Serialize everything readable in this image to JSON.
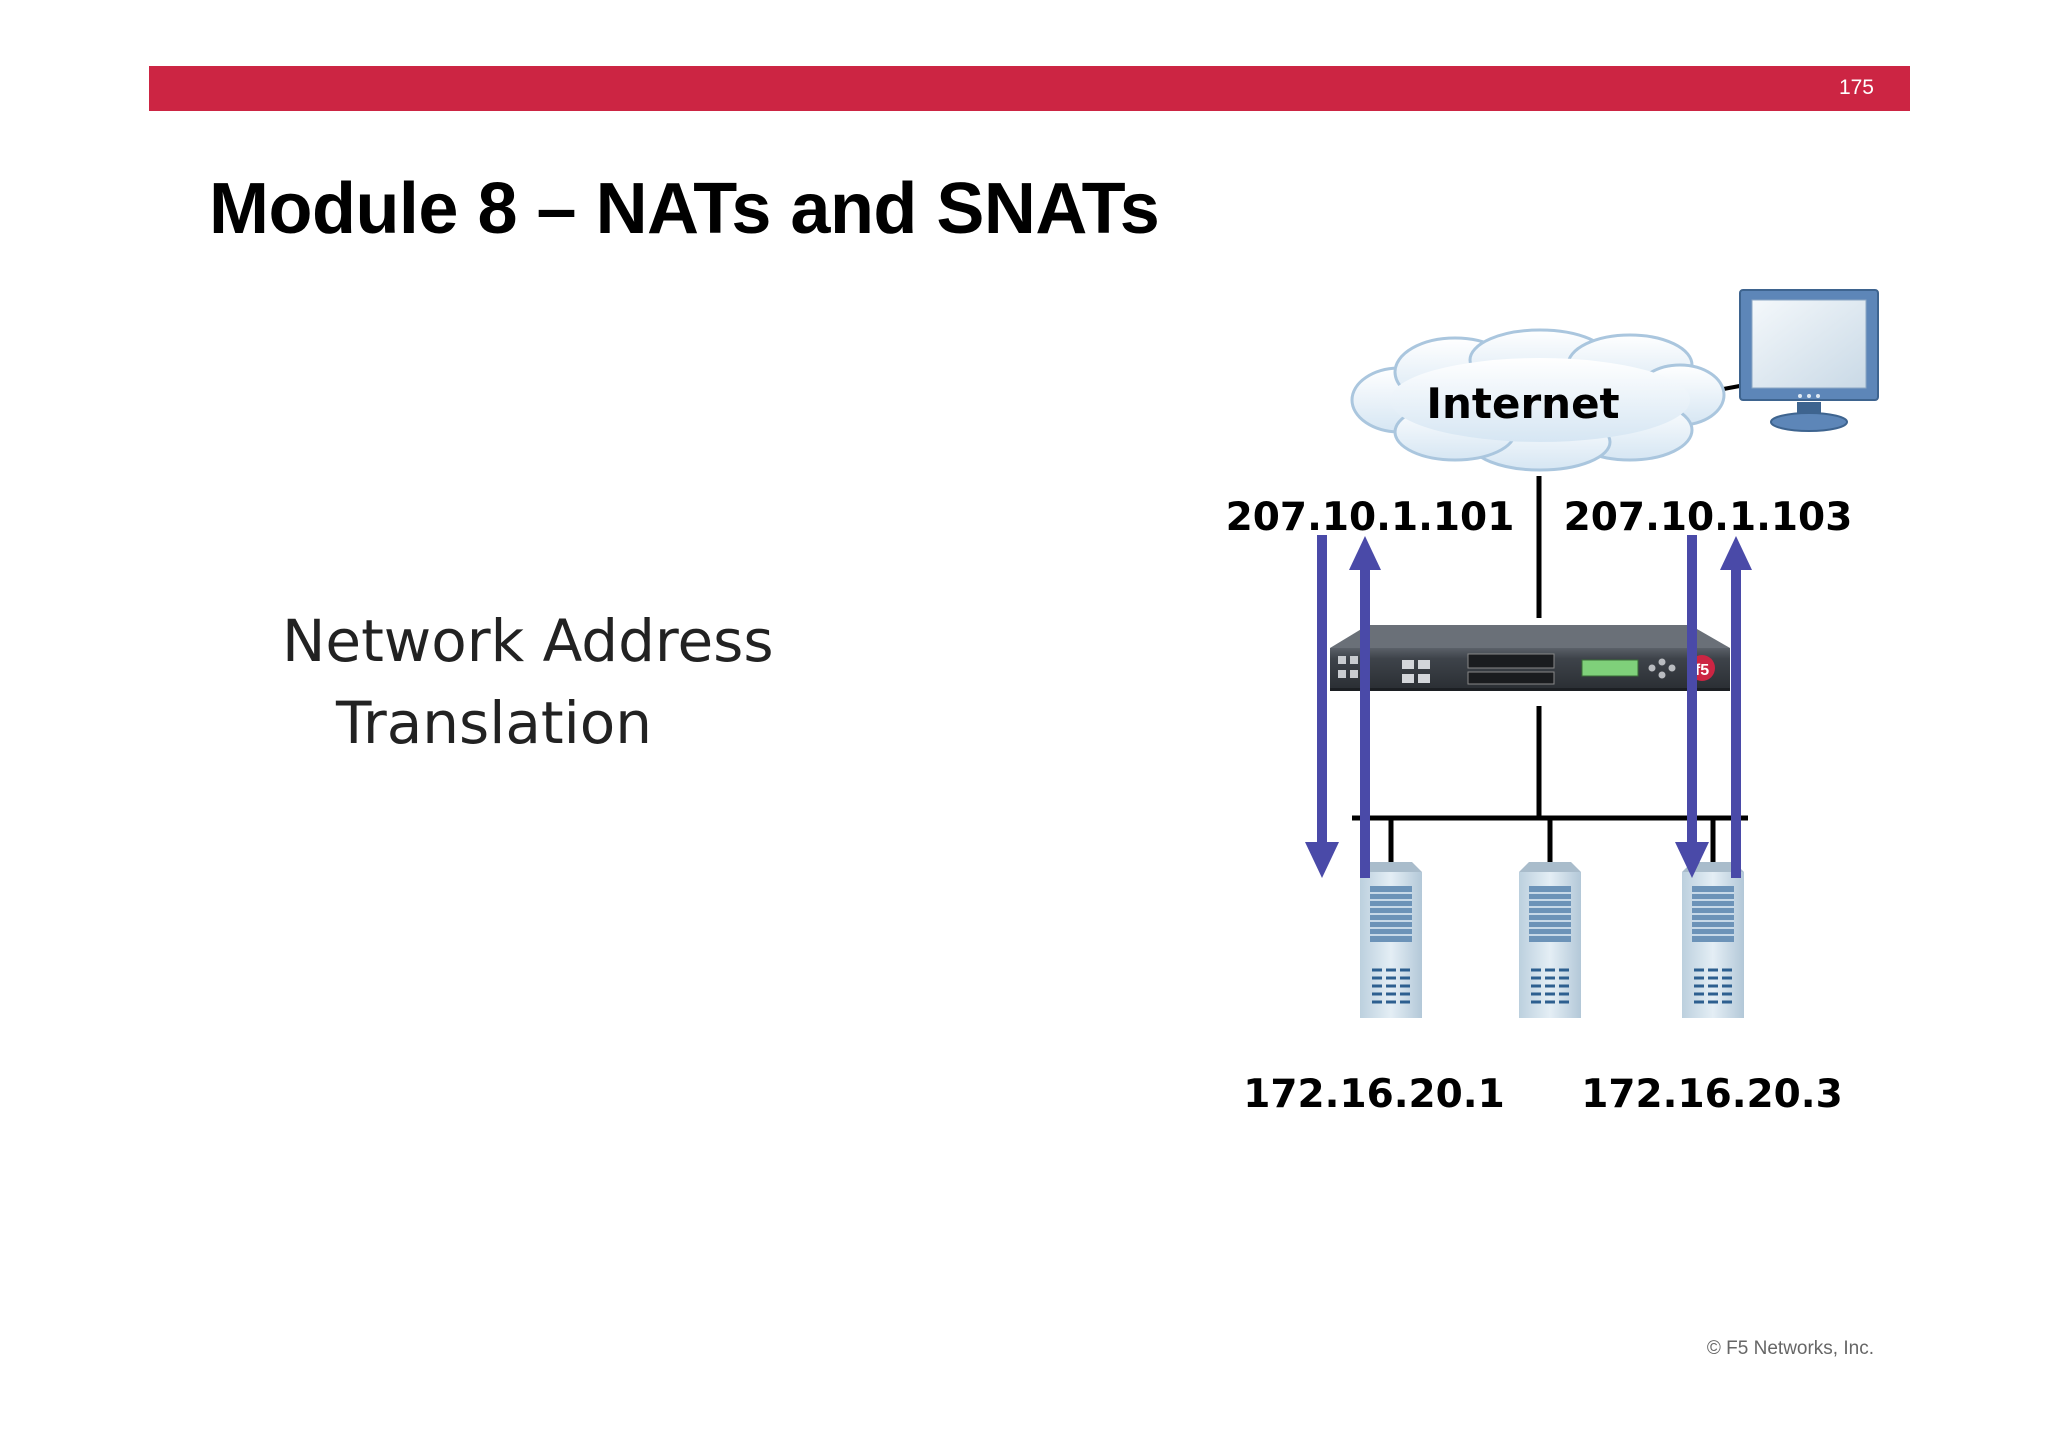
{
  "slide": {
    "page_number": "175",
    "title": "Module 8 – NATs and SNATs",
    "body_line1": "Network Address",
    "body_line2": "Translation",
    "copyright": "© F5 Networks, Inc."
  },
  "diagram": {
    "cloud_label": "Internet",
    "external_ip_left": "207.10.1.101",
    "external_ip_right": "207.10.1.103",
    "internal_ip_left": "172.16.20.1",
    "internal_ip_right": "172.16.20.3",
    "device_logo": "f5",
    "arrow_color": "#4a4aa8",
    "brand_color": "#cc2543"
  }
}
